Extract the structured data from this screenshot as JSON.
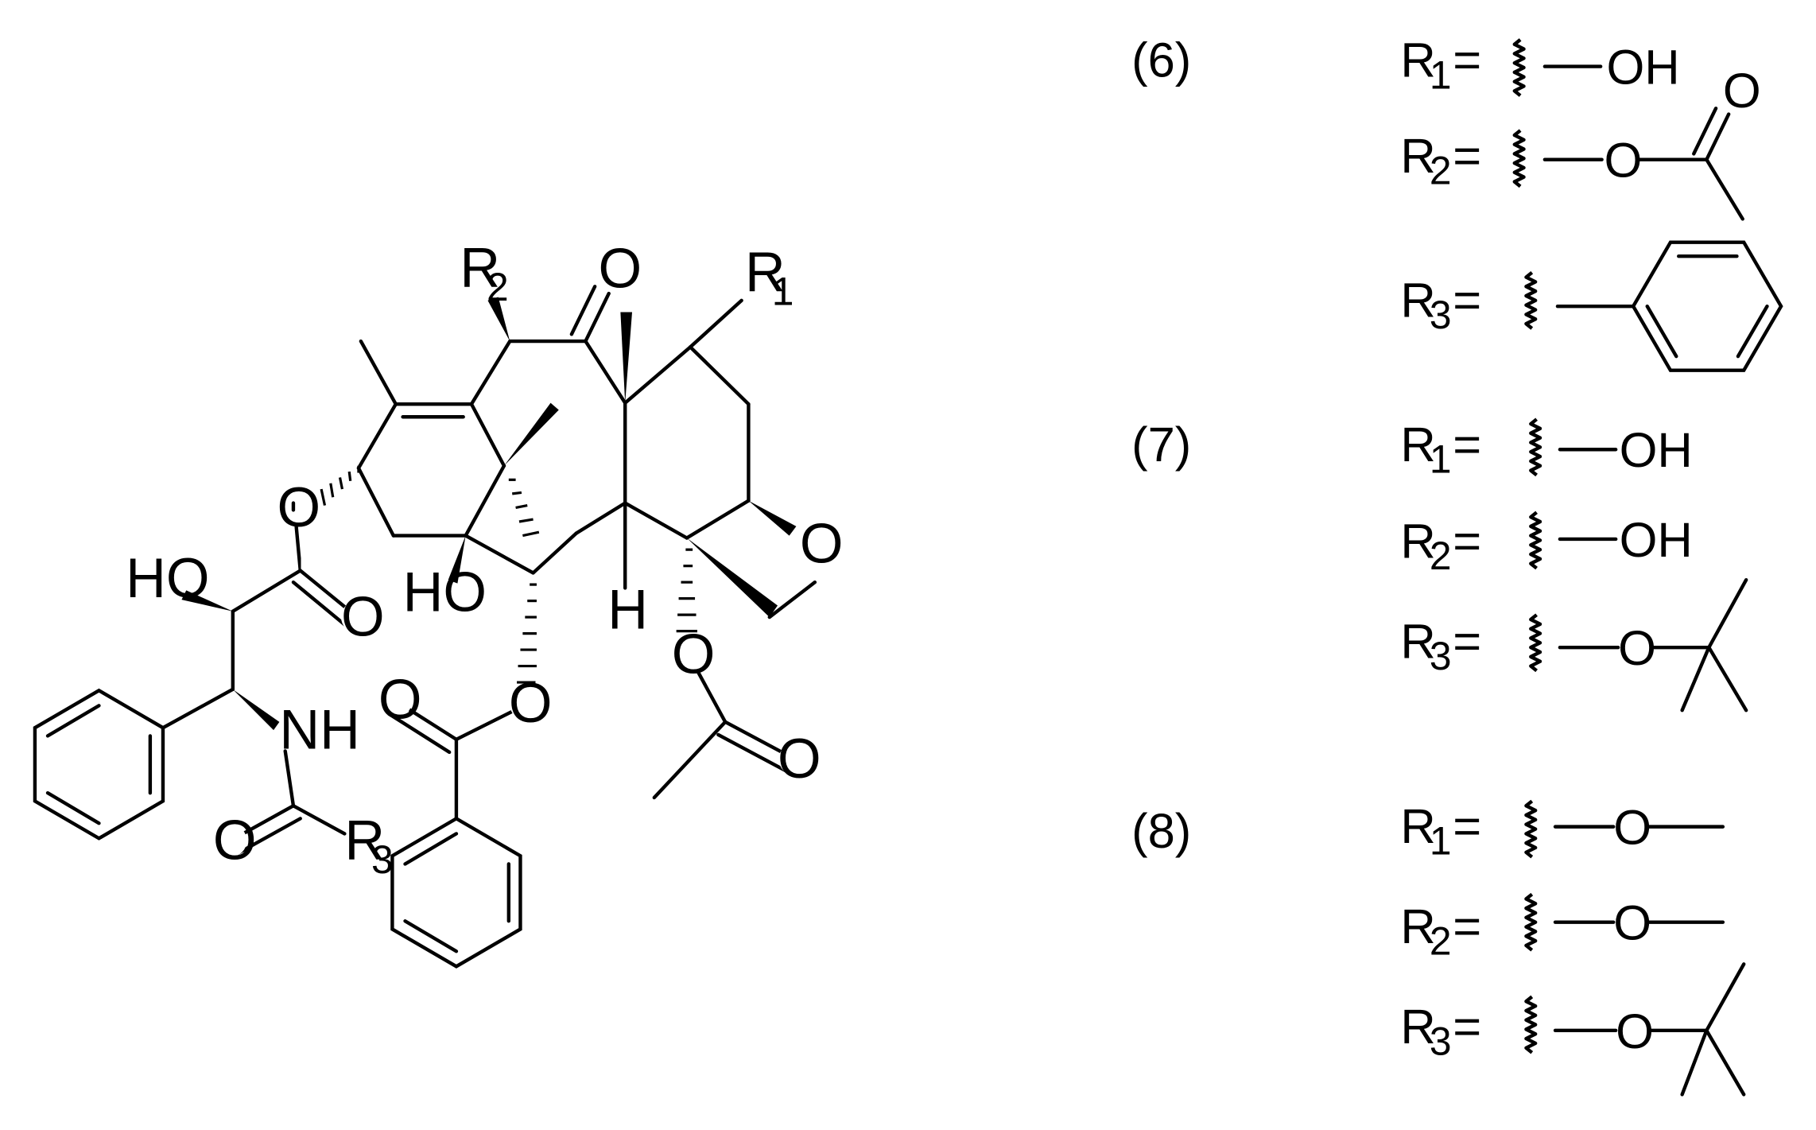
{
  "scaffold": {
    "atoms": {
      "r1": "R",
      "r1_sub": "1",
      "r2": "R",
      "r2_sub": "2",
      "r3": "R",
      "r3_sub": "3",
      "o_ketone": "O",
      "o_oxetane": "O",
      "o_acetate_ring": "O",
      "o_acetate_carbonyl": "O",
      "o_ester_ring": "O",
      "o_ester_carbonyl": "O",
      "o_benzoate_ring": "O",
      "o_benzoate_carbonyl": "O",
      "o_amide": "O",
      "ho_side": "HO",
      "ho_core": "HO",
      "nh": "NH",
      "h": "H"
    }
  },
  "compounds": [
    {
      "label": "(6)",
      "groups": [
        {
          "symbol": "R",
          "sub": "1",
          "eq": "=",
          "substituent": "hydroxyl",
          "text": "OH"
        },
        {
          "symbol": "R",
          "sub": "2",
          "eq": "=",
          "substituent": "acetoxy",
          "text": "O",
          "text2": "O"
        },
        {
          "symbol": "R",
          "sub": "3",
          "eq": "=",
          "substituent": "phenyl"
        }
      ]
    },
    {
      "label": "(7)",
      "groups": [
        {
          "symbol": "R",
          "sub": "1",
          "eq": "=",
          "substituent": "hydroxyl",
          "text": "OH"
        },
        {
          "symbol": "R",
          "sub": "2",
          "eq": "=",
          "substituent": "hydroxyl",
          "text": "OH"
        },
        {
          "symbol": "R",
          "sub": "3",
          "eq": "=",
          "substituent": "tert-butoxy",
          "text": "O"
        }
      ]
    },
    {
      "label": "(8)",
      "groups": [
        {
          "symbol": "R",
          "sub": "1",
          "eq": "=",
          "substituent": "methoxy",
          "text": "O"
        },
        {
          "symbol": "R",
          "sub": "2",
          "eq": "=",
          "substituent": "methoxy",
          "text": "O"
        },
        {
          "symbol": "R",
          "sub": "3",
          "eq": "=",
          "substituent": "tert-butoxy",
          "text": "O"
        }
      ]
    }
  ]
}
